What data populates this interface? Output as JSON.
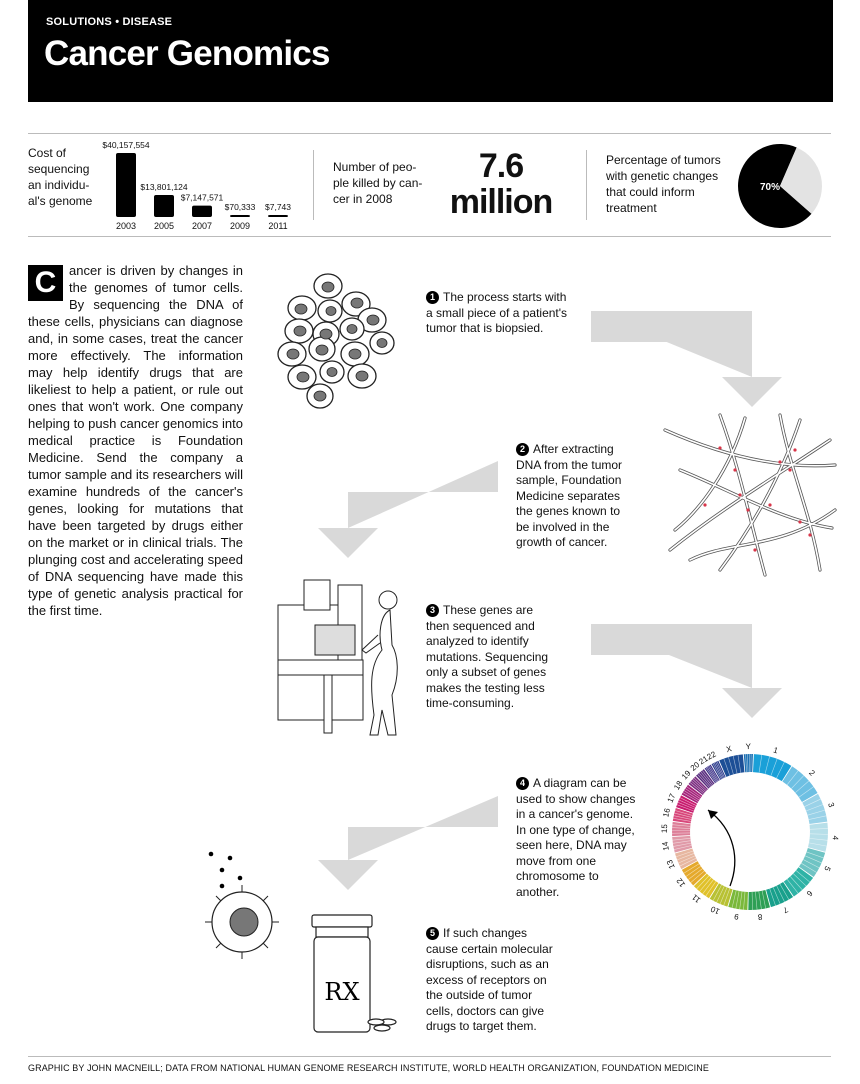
{
  "header": {
    "kicker": "SOLUTIONS • DISEASE",
    "title": "Cancer Genomics"
  },
  "stats": {
    "cost_label": "Cost of sequencing an individu- al's genome",
    "people_label": "Number of peo- ple killed by can- cer in 2008",
    "people_value": "7.6 million",
    "percent_label": "Percentage of tumors with genetic changes that could inform treatment"
  },
  "intro": {
    "dropcap": "C",
    "text": "ancer is driven by changes in the genomes of tumor cells. By sequencing the DNA of these cells, physicians can diagnose and, in some cases, treat the cancer more effectively. The information may help identify drugs that are likeliest to help a patient, or rule out ones that won't work. One company helping to push cancer genomics into medical practice is Foundation Medicine. Send the company a tumor sample and its researchers will examine hundreds of the cancer's genes, looking for mutations that have been targeted by drugs either on the market or in clinical trials. The plunging cost and accelerating speed of DNA sequencing have made this type of genetic analysis practical for the first time."
  },
  "steps": [
    {
      "num": "1",
      "text": "The process starts with a small piece of a patient's tumor that is biopsied."
    },
    {
      "num": "2",
      "text": "After extracting DNA from the tumor sample, Foundation Medicine separates the genes known to be involved in the growth of cancer."
    },
    {
      "num": "3",
      "text": "These genes are then sequenced and analyzed to identify mutations. Sequencing only a subset of genes makes the testing less time-consuming."
    },
    {
      "num": "4",
      "text": "A diagram can be used to show changes in a cancer's genome. In one type of change, seen here, DNA may move from one chromosome to another."
    },
    {
      "num": "5",
      "text": "If such changes cause certain molecular disruptions, such as an excess of receptors on the outside of tumor cells, doctors can give drugs to target them."
    }
  ],
  "pill_label": "RX",
  "chromosomes": [
    "1",
    "2",
    "3",
    "4",
    "5",
    "6",
    "7",
    "8",
    "9",
    "10",
    "11",
    "12",
    "13",
    "14",
    "15",
    "16",
    "17",
    "18",
    "19",
    "20",
    "21",
    "22",
    "X",
    "Y"
  ],
  "credit": "GRAPHIC BY JOHN MACNEILL; DATA FROM NATIONAL HUMAN GENOME RESEARCH INSTITUTE, WORLD HEALTH ORGANIZATION, FOUNDATION MEDICINE",
  "chart_data": [
    {
      "type": "bar",
      "categories": [
        "2003",
        "2005",
        "2007",
        "2009",
        "2011"
      ],
      "values": [
        40157554,
        13801124,
        7147571,
        70333,
        7743
      ],
      "value_labels": [
        "$40,157,554",
        "$13,801,124",
        "$7,147,571",
        "$70,333",
        "$7,743"
      ],
      "title": "",
      "xlabel": "",
      "ylabel": ""
    },
    {
      "type": "pie",
      "categories": [
        "with genetic changes",
        "other"
      ],
      "values": [
        70,
        30
      ],
      "value_labels": [
        "70%",
        ""
      ],
      "colors": [
        "#000000",
        "#e3e3e3"
      ]
    }
  ]
}
